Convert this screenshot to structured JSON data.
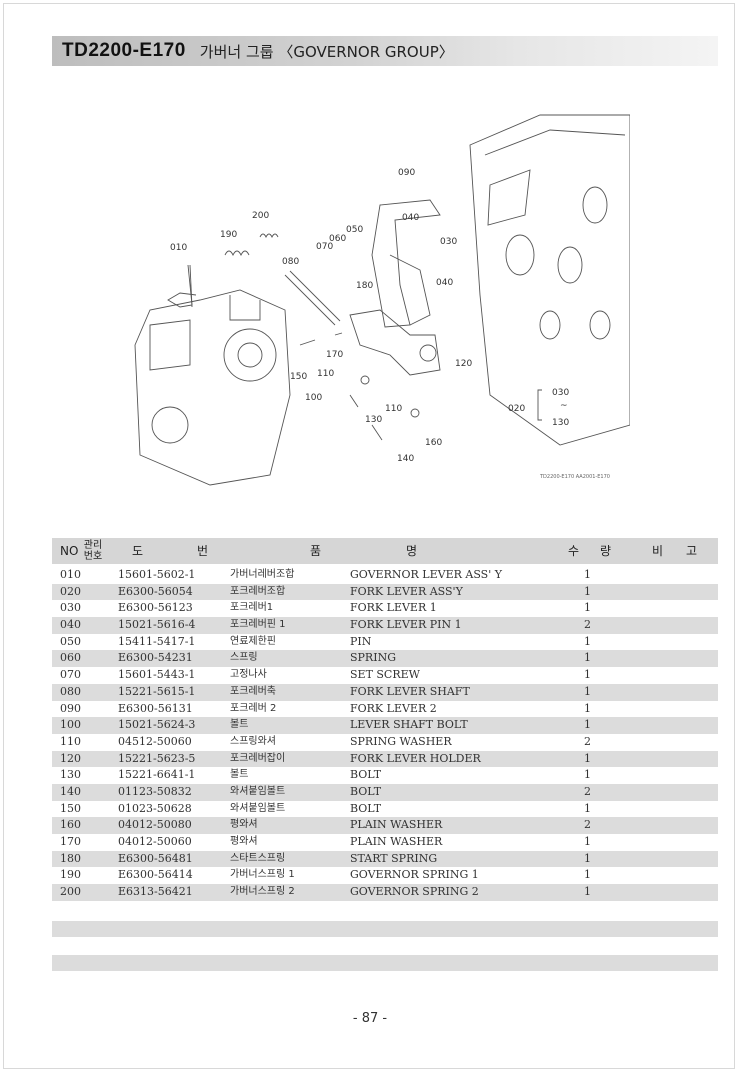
{
  "header": {
    "model": "TD2200-E170",
    "group_name": "가버너 그룹 〈GOVERNOR GROUP〉"
  },
  "diagram": {
    "callouts": [
      "090",
      "200",
      "190",
      "010",
      "050",
      "060",
      "070",
      "040",
      "080",
      "030",
      "180",
      "040",
      "170",
      "120",
      "150",
      "110",
      "100",
      "110",
      "130",
      "160",
      "140"
    ],
    "range_from": "030",
    "range_to": "130",
    "range_sep": "~",
    "range_label": "020",
    "drawing_code": "TD2200-E170  AA2001-E170"
  },
  "table": {
    "headers": {
      "no": "NO",
      "mgmt_top": "관리",
      "mgmt_bottom": "번호",
      "drawing_1": "도",
      "drawing_2": "번",
      "name_1": "품",
      "name_2": "명",
      "qty_1": "수",
      "qty_2": "량",
      "remarks_1": "비",
      "remarks_2": "고"
    },
    "rows": [
      {
        "no": "010",
        "code": "15601-5602-1",
        "kor": "가버너레버조합",
        "eng": "GOVERNOR LEVER ASS' Y",
        "qty": "1"
      },
      {
        "no": "020",
        "code": "E6300-56054",
        "kor": "포크레버조합",
        "eng": "FORK LEVER ASS'Y",
        "qty": "1"
      },
      {
        "no": "030",
        "code": "E6300-56123",
        "kor": "포크레버1",
        "eng": "FORK LEVER 1",
        "qty": "1"
      },
      {
        "no": "040",
        "code": "15021-5616-4",
        "kor": "포크레버핀 1",
        "eng": "FORK LEVER PIN 1",
        "qty": "2"
      },
      {
        "no": "050",
        "code": "15411-5417-1",
        "kor": "연료제한핀",
        "eng": "PIN",
        "qty": "1"
      },
      {
        "no": "060",
        "code": "E6300-54231",
        "kor": "스프링",
        "eng": "SPRING",
        "qty": "1"
      },
      {
        "no": "070",
        "code": "15601-5443-1",
        "kor": "고정나사",
        "eng": "SET SCREW",
        "qty": "1"
      },
      {
        "no": "080",
        "code": "15221-5615-1",
        "kor": "포크레버축",
        "eng": "FORK LEVER SHAFT",
        "qty": "1"
      },
      {
        "no": "090",
        "code": "E6300-56131",
        "kor": "포크레버 2",
        "eng": "FORK LEVER 2",
        "qty": "1"
      },
      {
        "no": "100",
        "code": "15021-5624-3",
        "kor": "볼트",
        "eng": "LEVER SHAFT BOLT",
        "qty": "1"
      },
      {
        "no": "110",
        "code": "04512-50060",
        "kor": "스프링와셔",
        "eng": "SPRING WASHER",
        "qty": "2"
      },
      {
        "no": "120",
        "code": "15221-5623-5",
        "kor": "포크레버잡이",
        "eng": "FORK LEVER HOLDER",
        "qty": "1"
      },
      {
        "no": "130",
        "code": "15221-6641-1",
        "kor": "볼트",
        "eng": "BOLT",
        "qty": "1"
      },
      {
        "no": "140",
        "code": "01123-50832",
        "kor": "와셔붙임볼트",
        "eng": "BOLT",
        "qty": "2"
      },
      {
        "no": "150",
        "code": "01023-50628",
        "kor": "와셔붙임볼트",
        "eng": "BOLT",
        "qty": "1"
      },
      {
        "no": "160",
        "code": "04012-50080",
        "kor": "평와셔",
        "eng": "PLAIN WASHER",
        "qty": "2"
      },
      {
        "no": "170",
        "code": "04012-50060",
        "kor": "평와셔",
        "eng": "PLAIN WASHER",
        "qty": "1"
      },
      {
        "no": "180",
        "code": "E6300-56481",
        "kor": "스타트스프링",
        "eng": "START SPRING",
        "qty": "1"
      },
      {
        "no": "190",
        "code": "E6300-56414",
        "kor": "가버너스프링 1",
        "eng": "GOVERNOR SPRING 1",
        "qty": "1"
      },
      {
        "no": "200",
        "code": "E6313-56421",
        "kor": "가버너스프링 2",
        "eng": "GOVERNOR SPRING 2",
        "qty": "1"
      }
    ]
  },
  "footer": {
    "page_number": "- 87 -"
  }
}
